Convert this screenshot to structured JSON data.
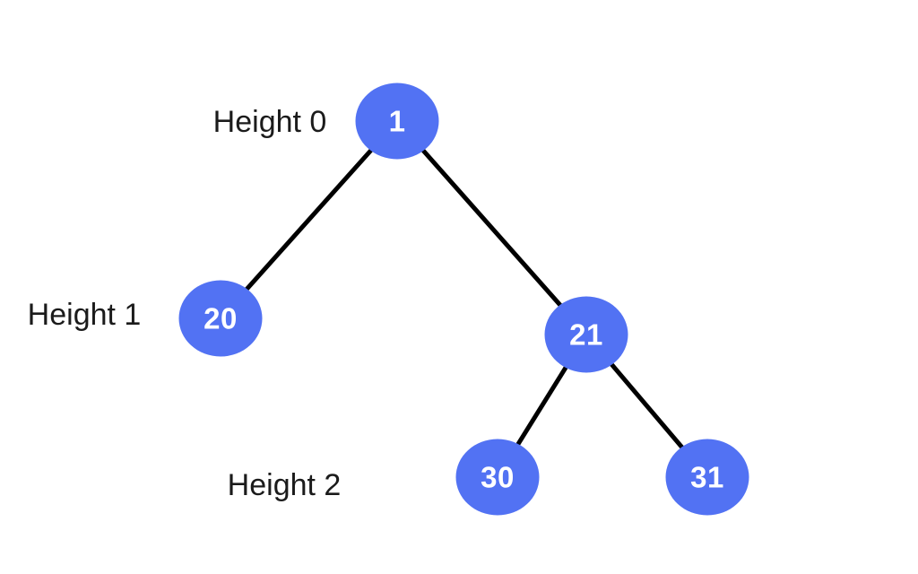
{
  "diagram": {
    "kind": "binary-tree",
    "background_color": "#ffffff",
    "colors": {
      "node_fill": "#5272f3",
      "node_text": "#ffffff",
      "edge": "#000000",
      "label_text": "#1b1b1b"
    },
    "height_labels": [
      "Height 0",
      "Height 1",
      "Height 2"
    ],
    "nodes": [
      {
        "value": "1",
        "height": 0
      },
      {
        "value": "20",
        "height": 1
      },
      {
        "value": "21",
        "height": 1
      },
      {
        "value": "30",
        "height": 2
      },
      {
        "value": "31",
        "height": 2
      }
    ],
    "edges": [
      {
        "from": "1",
        "to": "20"
      },
      {
        "from": "1",
        "to": "21"
      },
      {
        "from": "21",
        "to": "30"
      },
      {
        "from": "21",
        "to": "31"
      }
    ]
  }
}
